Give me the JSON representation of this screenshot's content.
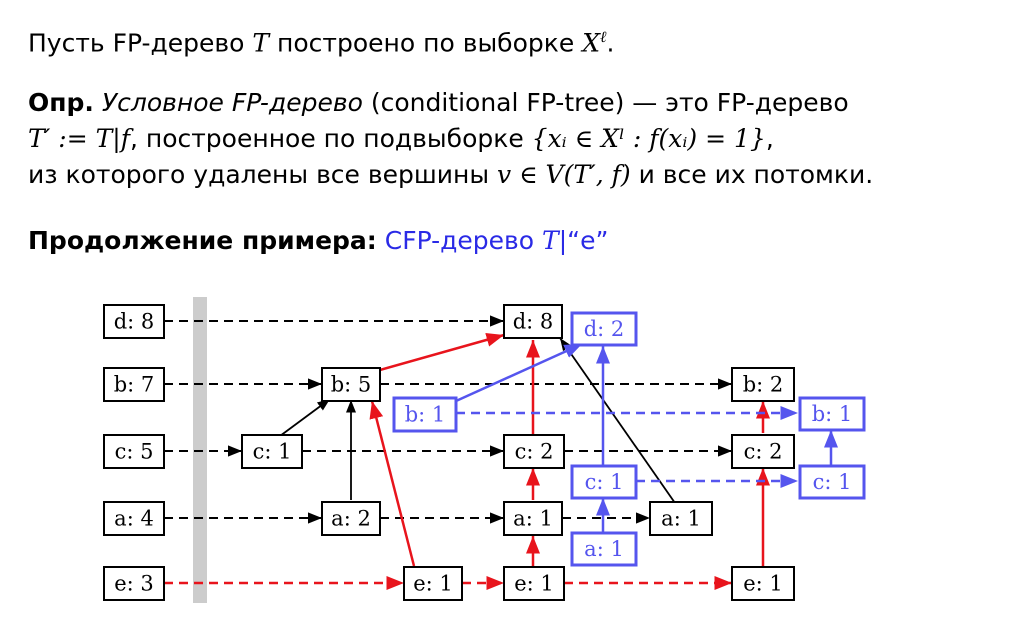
{
  "intro": {
    "prefix": "Пусть FP-дерево ",
    "T": "T",
    "middle": " построено по выборке ",
    "X": "X",
    "sup": "ℓ",
    "end": "."
  },
  "definition": {
    "label": "Опр.",
    "term": "Условное FP-дерево",
    "paren": " (conditional FP-tree) — это FP-дерево",
    "line2_a": "T′ := T|f",
    "line2_b": ", построенное по подвыборке ",
    "line2_set": "{xᵢ ∈ Xˡ : f(xᵢ) = 1}",
    "line2_end": ",",
    "line3_a": "из которого удалены все вершины ",
    "line3_math": "v ∈ V(T′, f)",
    "line3_b": " и все их потомки."
  },
  "example": {
    "label": "Продолжение примера:",
    "title_blue": "CFP-дерево ",
    "title_math": "T",
    "title_rest": "|“e”"
  },
  "colors": {
    "black": "#000000",
    "red": "#e8141c",
    "blue": "#5555ee",
    "gray": "#cccccc"
  },
  "diagram": {
    "nodes": [
      {
        "id": "hd",
        "label": "d: 8",
        "color": "black"
      },
      {
        "id": "hb",
        "label": "b: 7",
        "color": "black"
      },
      {
        "id": "hc",
        "label": "c: 5",
        "color": "black"
      },
      {
        "id": "ha",
        "label": "a: 4",
        "color": "black"
      },
      {
        "id": "he",
        "label": "e: 3",
        "color": "black"
      },
      {
        "id": "c1",
        "label": "c: 1",
        "color": "black"
      },
      {
        "id": "b5",
        "label": "b: 5",
        "color": "black"
      },
      {
        "id": "a2",
        "label": "a: 2",
        "color": "black"
      },
      {
        "id": "e1a",
        "label": "e: 1",
        "color": "black"
      },
      {
        "id": "d8",
        "label": "d: 8",
        "color": "black"
      },
      {
        "id": "c2a",
        "label": "c: 2",
        "color": "black"
      },
      {
        "id": "a1a",
        "label": "a: 1",
        "color": "black"
      },
      {
        "id": "e1b",
        "label": "e: 1",
        "color": "black"
      },
      {
        "id": "a1b",
        "label": "a: 1",
        "color": "black"
      },
      {
        "id": "b2",
        "label": "b: 2",
        "color": "black"
      },
      {
        "id": "c2b",
        "label": "c: 2",
        "color": "black"
      },
      {
        "id": "e1c",
        "label": "e: 1",
        "color": "black"
      },
      {
        "id": "d2",
        "label": "d: 2",
        "color": "blue"
      },
      {
        "id": "b1a",
        "label": "b: 1",
        "color": "blue"
      },
      {
        "id": "c1b",
        "label": "c: 1",
        "color": "blue"
      },
      {
        "id": "a1c",
        "label": "a: 1",
        "color": "blue"
      },
      {
        "id": "b1b",
        "label": "b: 1",
        "color": "blue"
      },
      {
        "id": "c1c",
        "label": "c: 1",
        "color": "blue"
      }
    ]
  }
}
